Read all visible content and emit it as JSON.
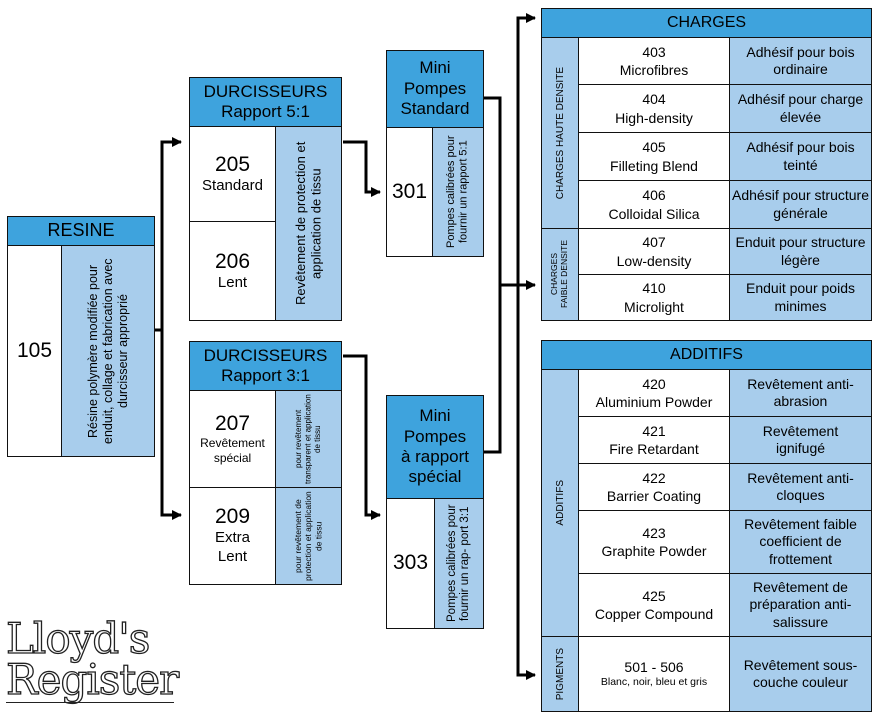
{
  "resine": {
    "header": "RESINE",
    "code": "105",
    "desc": "Résine polymère modifiée pour enduit, collage et fabrication avec durcisseur approprié"
  },
  "durcisseurs_51": {
    "header_line1": "DURCISSEURS",
    "header_line2": "Rapport 5:1",
    "items": [
      {
        "code": "205",
        "name": "Standard"
      },
      {
        "code": "206",
        "name": "Lent"
      }
    ],
    "desc": "Revêtement de protection et application de tissu"
  },
  "durcisseurs_31": {
    "header_line1": "DURCISSEURS",
    "header_line2": "Rapport 3:1",
    "items": [
      {
        "code": "207",
        "name_line1": "Revêtement",
        "name_line2": "spécial",
        "desc": "pour revêtement transparent et application de tissu"
      },
      {
        "code": "209",
        "name_line1": "Extra",
        "name_line2": "Lent",
        "desc": "pour revêtement de protection et application de tissu"
      }
    ]
  },
  "pompes_standard": {
    "header_line1": "Mini",
    "header_line2": "Pompes",
    "header_line3": "Standard",
    "code": "301",
    "desc": "Pompes calibrées pour fournir un rapport 5:1"
  },
  "pompes_special": {
    "header_line1": "Mini",
    "header_line2": "Pompes",
    "header_line3": "à rapport",
    "header_line4": "spécial",
    "code": "303",
    "desc": "Pompes calibrées pour fournir un rap- port 3:1"
  },
  "charges": {
    "title": "CHARGES",
    "group_haute": "CHARGES HAUTE DENSITE",
    "group_faible_line1": "CHARGES",
    "group_faible_line2": "FAIBLE DENSITE",
    "rows": [
      {
        "code": "403",
        "name": "Microfibres",
        "use": "Adhésif pour bois ordinaire"
      },
      {
        "code": "404",
        "name": "High-density",
        "use": "Adhésif pour charge élevée"
      },
      {
        "code": "405",
        "name": "Filleting Blend",
        "use": "Adhésif pour bois teinté"
      },
      {
        "code": "406",
        "name": "Colloidal Silica",
        "use": "Adhésif pour structure générale"
      },
      {
        "code": "407",
        "name": "Low-density",
        "use": "Enduit pour structure légère"
      },
      {
        "code": "410",
        "name": "Microlight",
        "use": "Enduit pour poids minimes"
      }
    ]
  },
  "additifs": {
    "title": "ADDITIFS",
    "group_additifs": "ADDITIFS",
    "group_pigments": "PIGMENTS",
    "rows": [
      {
        "code": "420",
        "name": "Aluminium Powder",
        "use": "Revêtement anti-abrasion"
      },
      {
        "code": "421",
        "name": "Fire Retardant",
        "use": "Revêtement ignifugé"
      },
      {
        "code": "422",
        "name": "Barrier Coating",
        "use": "Revêtement anti-cloques"
      },
      {
        "code": "423",
        "name": "Graphite Powder",
        "use": "Revêtement faible coefficient de frottement"
      },
      {
        "code": "425",
        "name": "Copper Compound",
        "use": "Revêtement de préparation anti-salissure"
      },
      {
        "code": "501 - 506",
        "name": "Blanc, noir, bleu et gris",
        "use": "Revêtement sous-couche couleur"
      }
    ]
  },
  "logo": {
    "line1": "Lloyd's",
    "line2": "Register"
  },
  "colors": {
    "header_blue": "#3ea3dd",
    "light_blue": "#a8cdec",
    "line": "#000000"
  }
}
